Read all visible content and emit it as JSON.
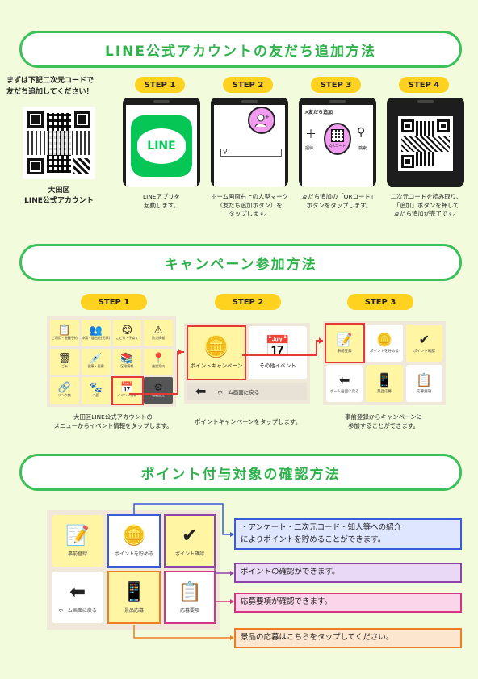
{
  "sections": {
    "line": {
      "title": "LINE公式アカウントの友だち追加方法",
      "intro": [
        "まずは下記二次元コードで",
        "友だち追加してください！"
      ],
      "account": [
        "大田区",
        "LINE公式アカウント"
      ],
      "line_logo": "LINE",
      "steps": [
        {
          "label": "STEP 1",
          "caption": [
            "LINEアプリを",
            "起動します。"
          ]
        },
        {
          "label": "STEP 2",
          "caption": [
            "ホーム画面右上の人型マーク",
            "（友だち追加ボタン）を",
            "タップします。"
          ]
        },
        {
          "label": "STEP 3",
          "caption": [
            "友だち追加の「QRコード」",
            "ボタンをタップします。"
          ]
        },
        {
          "label": "STEP 4",
          "caption": [
            "二次元コードを読み取り、",
            "「追加」ボタンを押して",
            "友だち追加が完了です。"
          ]
        }
      ],
      "step3_screen": {
        "header": "友だち追加",
        "invite": "招待",
        "qr": "QRコード",
        "search": "検索"
      }
    },
    "campaign": {
      "title": "キャンペーン参加方法",
      "steps": [
        {
          "label": "STEP 1",
          "caption": [
            "大田区LINE公式アカウントの",
            "メニューからイベント情報をタップします。"
          ]
        },
        {
          "label": "STEP 2",
          "caption": [
            "ポイントキャンペーンをタップします。"
          ]
        },
        {
          "label": "STEP 3",
          "caption": [
            "事前登録からキャンペーンに",
            "参加することができます。"
          ]
        }
      ],
      "menu_labels": [
        "ご利用・避難予約",
        "申請・届出(住民票)",
        "こども・子育て",
        "防災情報",
        "ごみ",
        "健康・医療",
        "区政情報",
        "施設案内",
        "リンク集",
        "公園",
        "イベント情報",
        "各種設定"
      ],
      "step2": {
        "campaign": "ポイントキャンペーン",
        "other": "その他イベント",
        "home": "ホーム画面に戻る"
      },
      "step3": {
        "register": "事前登録",
        "save": "ポイントを貯める",
        "check": "ポイント確認",
        "home": "ホーム画面に戻る",
        "prize": "景品応募",
        "rules": "応募要項"
      }
    },
    "points": {
      "title": "ポイント付与対象の確認方法",
      "tiles": {
        "register": "事前登録",
        "save": "ポイントを貯める",
        "check": "ポイント確認",
        "home": "ホーム画面に戻る",
        "prize": "景品応募",
        "rules": "応募要項"
      },
      "notes": [
        {
          "text": [
            "・アンケート・二次元コード・知人等への紹介",
            "によりポイントを貯めることができます。"
          ],
          "color": "#3b5bdb",
          "bg": "#dfe6ff"
        },
        {
          "text": [
            "ポイントの確認ができます。"
          ],
          "color": "#8e44ad",
          "bg": "#ead9f6"
        },
        {
          "text": [
            "応募要項が確認できます。"
          ],
          "color": "#d63384",
          "bg": "#fbd5ea"
        },
        {
          "text": [
            "景品の応募はこちらをタップしてください。"
          ],
          "color": "#f07d22",
          "bg": "#fde6cf"
        }
      ]
    }
  },
  "colors": {
    "green": "#3cc15a",
    "yellow": "#ffd21f",
    "red": "#e53935"
  }
}
